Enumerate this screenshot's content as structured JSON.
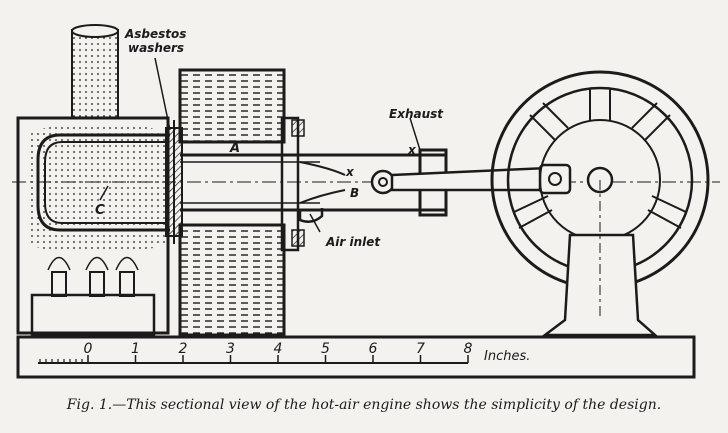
{
  "labels": {
    "asbestos_line1": "Asbestos",
    "asbestos_line2": "washers",
    "exhaust": "Exhaust",
    "air_inlet": "Air inlet",
    "marker_a": "A",
    "marker_b": "B",
    "marker_c": "C",
    "marker_x1": "x",
    "marker_x2": "x"
  },
  "scale": {
    "ticks": [
      "0",
      "1",
      "2",
      "3",
      "4",
      "5",
      "6",
      "7",
      "8"
    ],
    "unit": "Inches."
  },
  "caption": "Fig. 1.—This sectional view of the hot-air engine shows the simplicity of the design.",
  "colors": {
    "ink": "#1b1b1b",
    "paper": "#f3f2ef"
  }
}
